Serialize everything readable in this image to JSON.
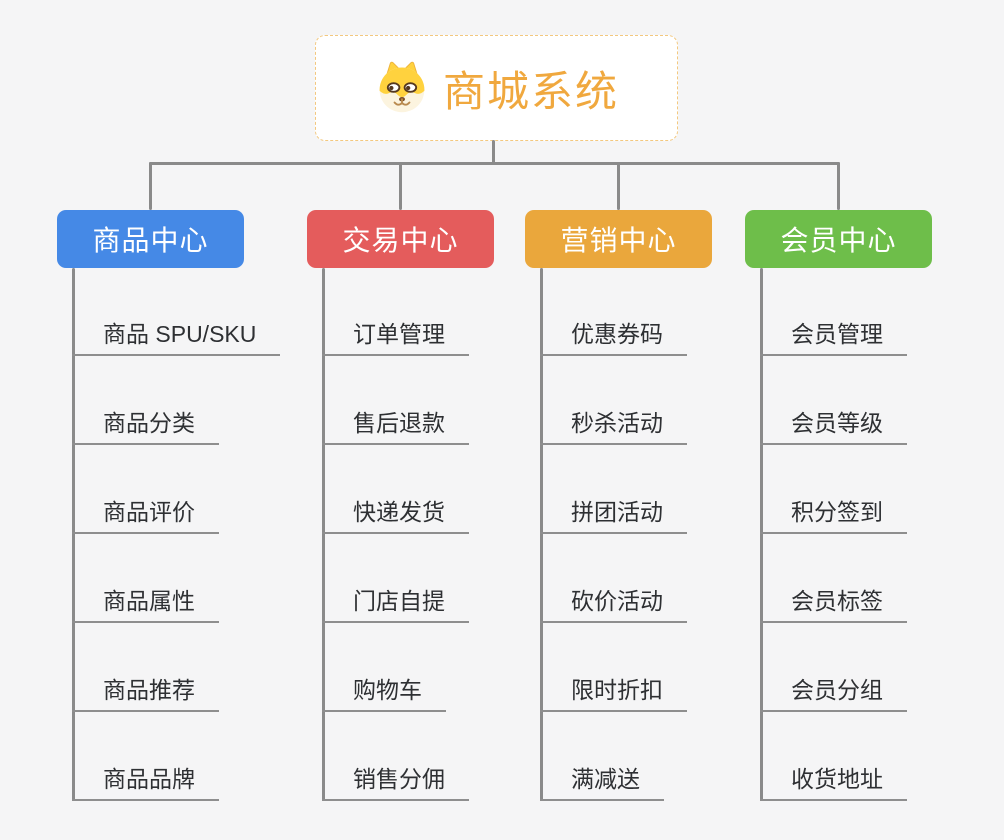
{
  "root": {
    "title": "商城系统",
    "icon": "dog-face-icon"
  },
  "branches": [
    {
      "label": "商品中心",
      "color": "#4589e6",
      "items": [
        "商品 SPU/SKU",
        "商品分类",
        "商品评价",
        "商品属性",
        "商品推荐",
        "商品品牌"
      ]
    },
    {
      "label": "交易中心",
      "color": "#e45c5c",
      "items": [
        "订单管理",
        "售后退款",
        "快递发货",
        "门店自提",
        "购物车",
        "销售分佣"
      ]
    },
    {
      "label": "营销中心",
      "color": "#eaa73c",
      "items": [
        "优惠券码",
        "秒杀活动",
        "拼团活动",
        "砍价活动",
        "限时折扣",
        "满减送"
      ]
    },
    {
      "label": "会员中心",
      "color": "#6ebe4a",
      "items": [
        "会员管理",
        "会员等级",
        "积分签到",
        "会员标签",
        "会员分组",
        "收货地址"
      ]
    }
  ],
  "colors": {
    "background": "#f5f5f6",
    "connector": "#8a8a8a",
    "underline": "#8e8e8e",
    "item_text": "#2e3033",
    "root_text": "#f0a83e",
    "root_border": "#f3c87f"
  }
}
